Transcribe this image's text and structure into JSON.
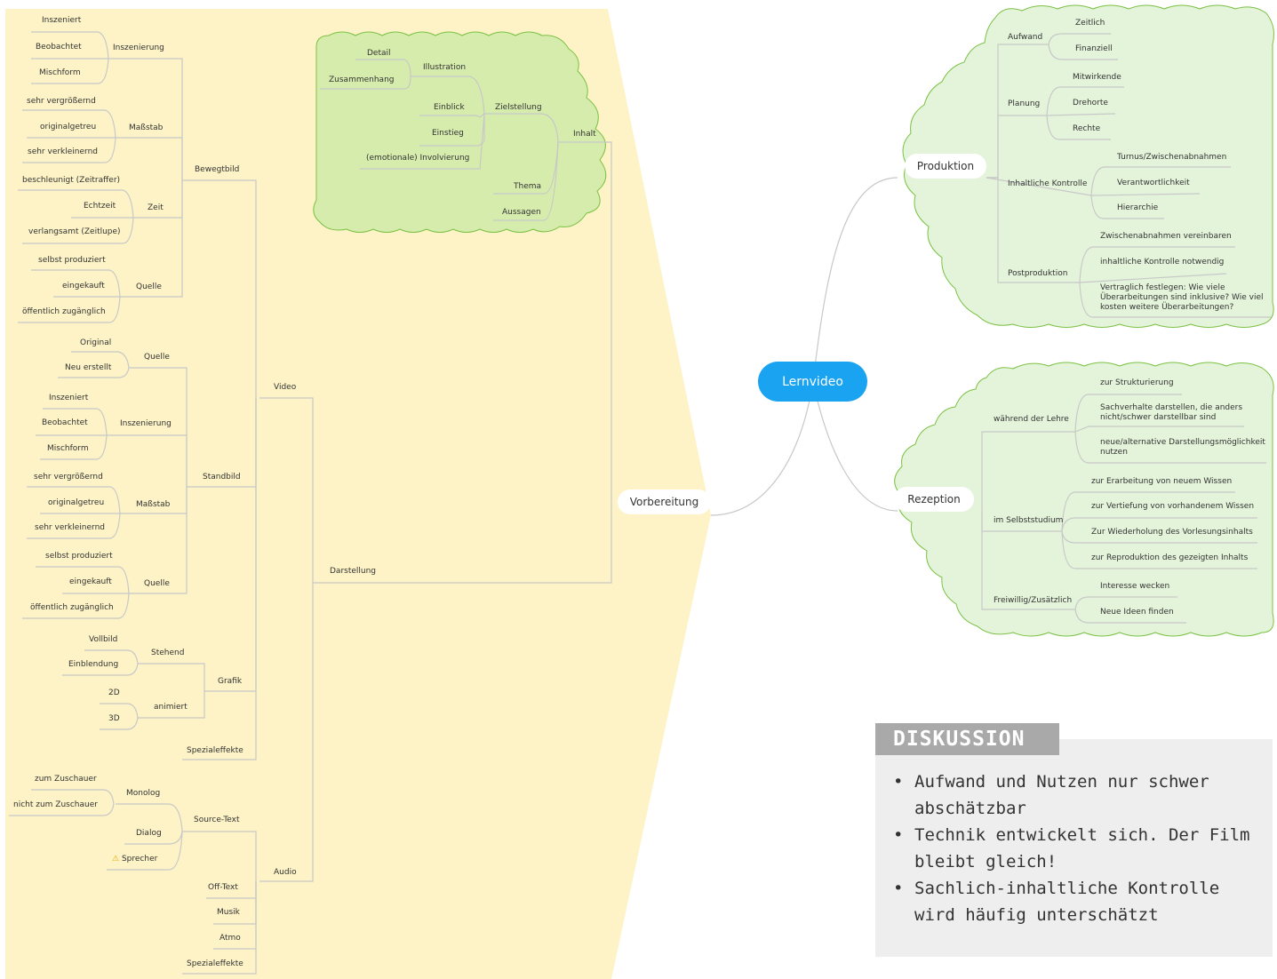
{
  "root": "Lernvideo",
  "branches": {
    "vorbereitung": "Vorbereitung",
    "produktion": "Produktion",
    "rezeption": "Rezeption"
  },
  "inhalt": {
    "label": "Inhalt",
    "zielstellung": "Zielstellung",
    "illustration": "Illustration",
    "detail": "Detail",
    "zusammenhang": "Zusammenhang",
    "einblick": "Einblick",
    "einstieg": "Einstieg",
    "involvierung": "(emotionale) Involvierung",
    "thema": "Thema",
    "aussagen": "Aussagen"
  },
  "darstellung": {
    "label": "Darstellung",
    "video": "Video",
    "audio": "Audio",
    "bewegtbild": {
      "label": "Bewegtbild",
      "inszenierung": "Inszenierung",
      "inszeniert": "Inszeniert",
      "beobachtet": "Beobachtet",
      "mischform": "Mischform",
      "massstab": "Maßstab",
      "vergroessernd": "sehr vergrößernd",
      "originalgetreu": "originalgetreu",
      "verkleinernd": "sehr verkleinernd",
      "zeit": "Zeit",
      "beschleunigt": "beschleunigt (Zeitraffer)",
      "echtzeit": "Echtzeit",
      "verlangsamt": "verlangsamt (Zeitlupe)",
      "quelle": "Quelle",
      "selbst": "selbst produziert",
      "eingekauft": "eingekauft",
      "oeffentlich": "öffentlich zugänglich"
    },
    "standbild": {
      "label": "Standbild",
      "quelle1": "Quelle",
      "original": "Original",
      "neu": "Neu erstellt",
      "inszenierung": "Inszenierung",
      "inszeniert": "Inszeniert",
      "beobachtet": "Beobachtet",
      "mischform": "Mischform",
      "massstab": "Maßstab",
      "vergroessernd": "sehr vergrößernd",
      "originalgetreu": "originalgetreu",
      "verkleinernd": "sehr verkleinernd",
      "quelle2": "Quelle",
      "selbst": "selbst produziert",
      "eingekauft": "eingekauft",
      "oeffentlich": "öffentlich zugänglich"
    },
    "grafik": {
      "label": "Grafik",
      "stehend": "Stehend",
      "vollbild": "Vollbild",
      "einblendung": "Einblendung",
      "animiert": "animiert",
      "d2": "2D",
      "d3": "3D"
    },
    "spezialeffekte_video": "Spezialeffekte",
    "sourcetext": {
      "label": "Source-Text",
      "monolog": "Monolog",
      "zum": "zum Zuschauer",
      "nichtzum": "nicht zum Zuschauer",
      "dialog": "Dialog",
      "sprecher": "Sprecher"
    },
    "offtext": "Off-Text",
    "musik": "Musik",
    "atmo": "Atmo",
    "spezialeffekte_audio": "Spezialeffekte"
  },
  "produktion": {
    "aufwand": "Aufwand",
    "zeitlich": "Zeitlich",
    "finanziell": "Finanziell",
    "planung": "Planung",
    "mitwirkende": "Mitwirkende",
    "drehorte": "Drehorte",
    "rechte": "Rechte",
    "kontrolle": "Inhaltliche Kontrolle",
    "turnus": "Turnus/Zwischenabnahmen",
    "verantwortlichkeit": "Verantwortlichkeit",
    "hierarchie": "Hierarchie",
    "postproduktion": "Postproduktion",
    "zwischenabnahmen": "Zwischenabnahmen vereinbaren",
    "notwendig": "inhaltliche Kontrolle notwendig",
    "vertraglich": "Vertraglich festlegen: Wie viele Überarbeitungen sind inklusive? Wie viel kosten weitere Überarbeitungen?"
  },
  "rezeption": {
    "lehre": "während der Lehre",
    "strukturierung": "zur Strukturierung",
    "sachverhalte": "Sachverhalte darstellen, die anders nicht/schwer darstellbar sind",
    "neue_darstellung": "neue/alternative Darstellungsmöglichkeit nutzen",
    "selbststudium": "im Selbststudium",
    "erarbeitung": "zur Erarbeitung von neuem Wissen",
    "vertiefung": "zur Vertiefung von vorhandenem Wissen",
    "wiederholung": "Zur Wiederholung des Vorlesungsinhalts",
    "reproduktion": "zur Reproduktion des gezeigten Inhalts",
    "freiwillig": "Freiwillig/Zusätzlich",
    "interesse": "Interesse wecken",
    "ideen": "Neue Ideen finden"
  },
  "diskussion": {
    "title": "DISKUSSION",
    "items": [
      "Aufwand und Nutzen nur schwer abschätzbar",
      "Technik entwickelt sich. Der Film bleibt gleich!",
      "Sachlich-inhaltliche Kontrolle wird häufig unterschätzt"
    ]
  },
  "colors": {
    "yellow_region": "#fdf3c6",
    "inhalt_cloud": "#d6ecad",
    "right_cloud": "#e4f4da",
    "cloud_border": "#7ac143",
    "root": "#1aa3f0",
    "lines": "#c8c8c8"
  },
  "icons": {
    "sprecher": "warning-icon"
  }
}
